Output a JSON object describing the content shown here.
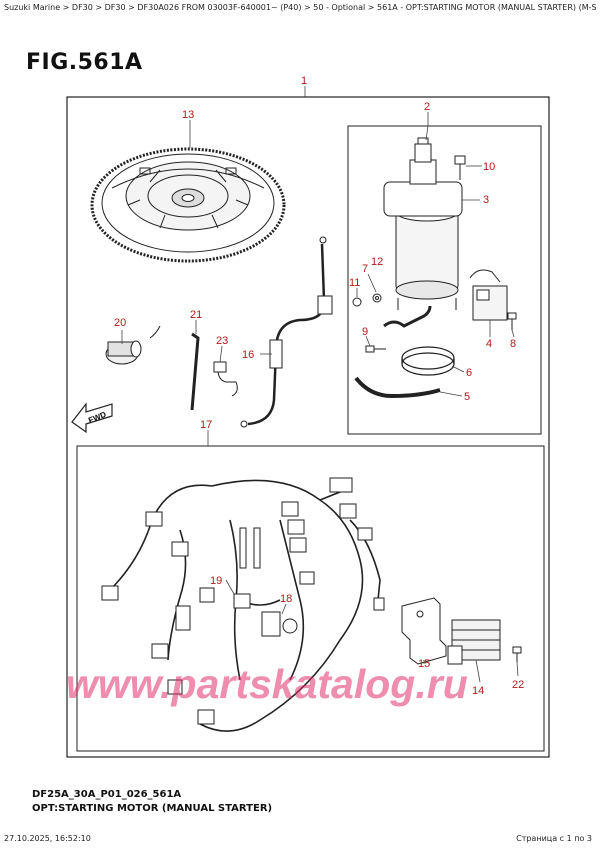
{
  "header": {
    "breadcrumb": "Suzuki Marine > DF30 > DF30 > DF30A026 FROM 03003F-640001~ (P40) > 50 - Optional > 561A - OPT:STARTING MOTOR (MANUAL STARTER) (M-STARTER)"
  },
  "figure": {
    "title": "FIG.561A",
    "direction_label": "FWD",
    "watermark": "www.partskatalog.ru"
  },
  "callouts": [
    "1",
    "2",
    "3",
    "4",
    "5",
    "6",
    "7",
    "8",
    "9",
    "10",
    "11",
    "12",
    "13",
    "14",
    "15",
    "16",
    "17",
    "18",
    "19",
    "20",
    "21",
    "22",
    "23"
  ],
  "footer": {
    "code": "DF25A_30A_P01_026_561A",
    "description": "OPT:STARTING MOTOR (MANUAL STARTER)",
    "timestamp": "27.10.2025, 16:52:10",
    "page": "Страница с 1 по 3"
  }
}
